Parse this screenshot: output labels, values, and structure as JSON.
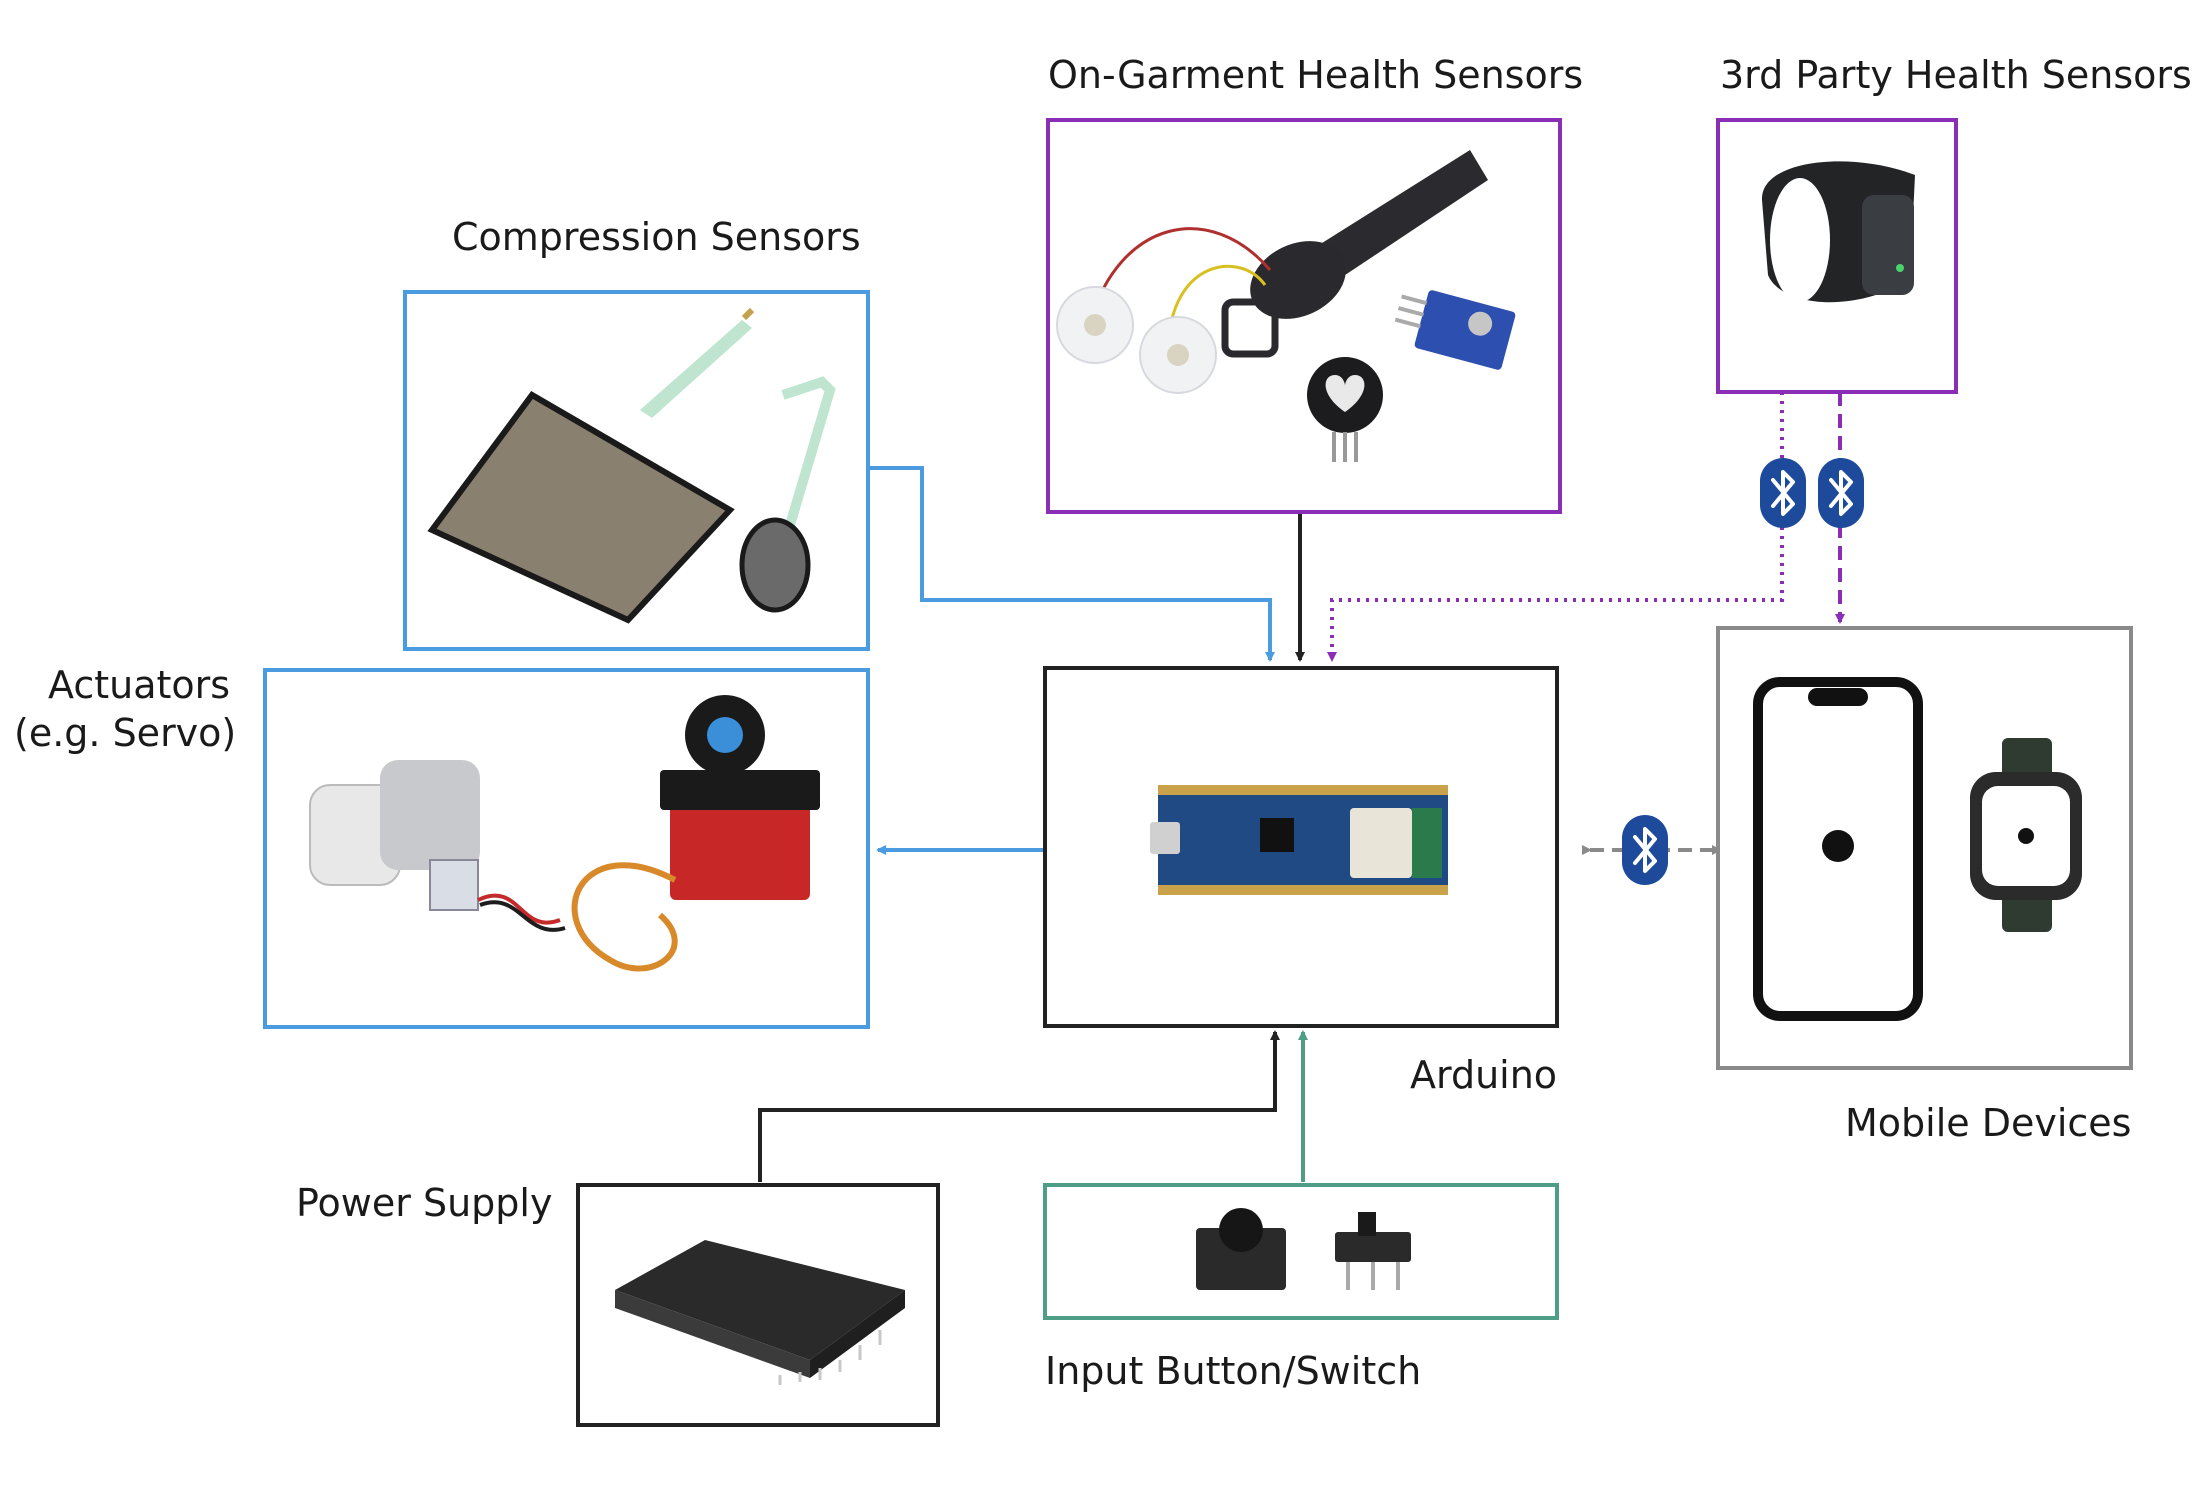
{
  "labels": {
    "on_garment": "On-Garment Health Sensors",
    "third_party": "3rd Party Health Sensors",
    "compression": "Compression Sensors",
    "actuators_line1": "Actuators",
    "actuators_line2": "(e.g. Servo)",
    "arduino": "Arduino",
    "mobile": "Mobile Devices",
    "power": "Power Supply",
    "input": "Input Button/Switch"
  },
  "colors": {
    "blue": "#4a9be0",
    "purple": "#8a2fb5",
    "black": "#222222",
    "gray": "#8a8a8a",
    "green": "#4e9e86",
    "bluetooth": "#1e4a9c"
  },
  "icons": [
    "force-sensor-icon",
    "servo-motor-icon",
    "ecg-sensor-icon",
    "fitness-band-icon",
    "arduino-board-icon",
    "iphone-icon",
    "apple-watch-icon",
    "bluetooth-icon",
    "power-shield-icon",
    "push-button-icon",
    "slide-switch-icon"
  ]
}
